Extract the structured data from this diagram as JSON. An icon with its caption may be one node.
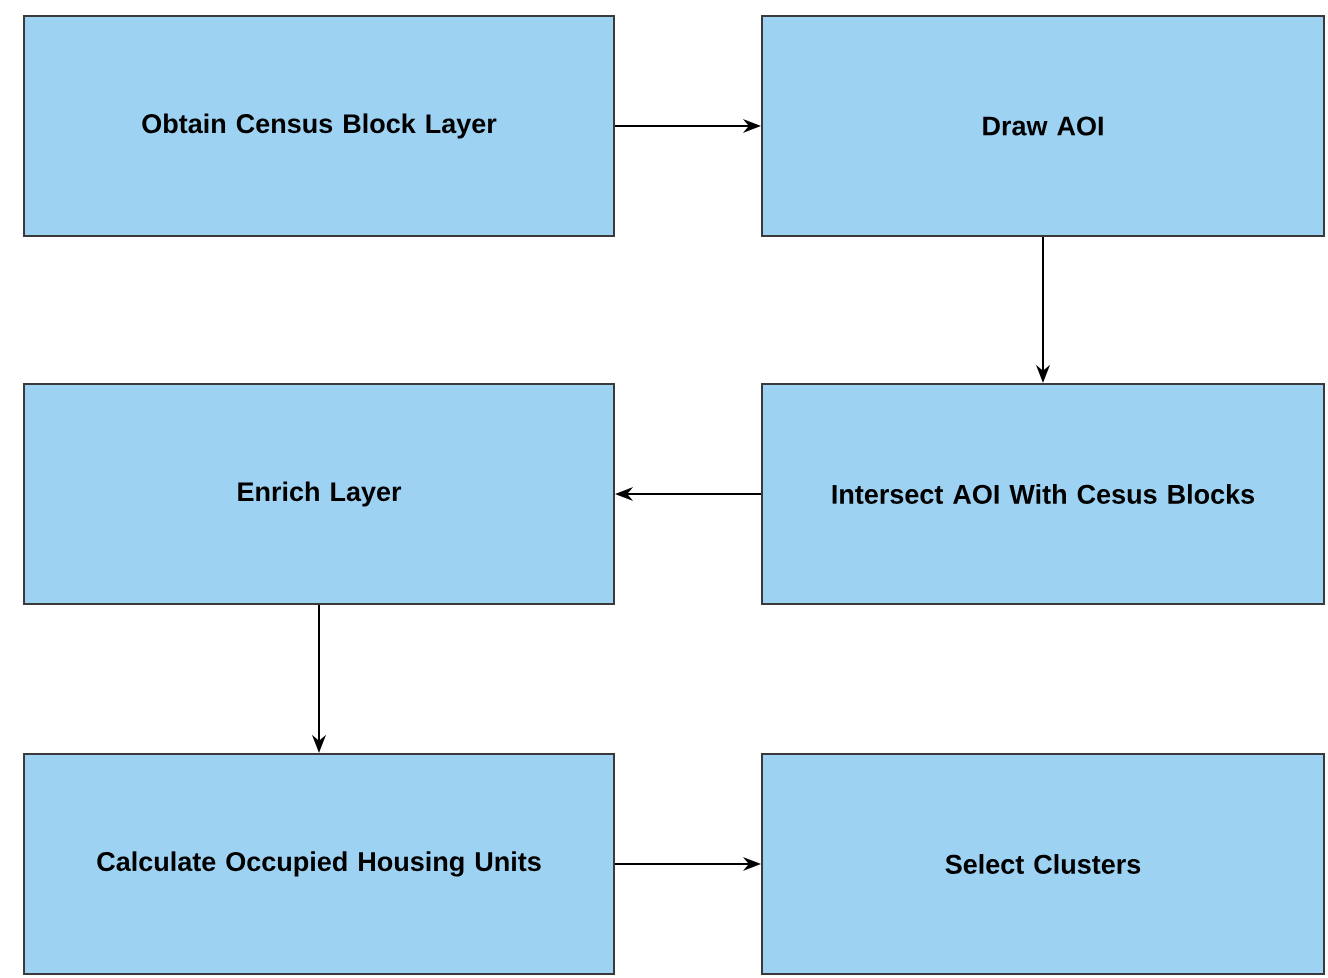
{
  "diagram": {
    "nodes": [
      {
        "text": [
          "Obtain Census Block Layer"
        ]
      },
      {
        "text": [
          "Draw AOI"
        ]
      },
      {
        "text": [
          "Intersect AOI With Cesus Blocks"
        ]
      },
      {
        "text": [
          "Enrich Layer"
        ]
      },
      {
        "text": [
          "Calculate Occupied Housing Units"
        ]
      },
      {
        "text": [
          "Select Clusters"
        ]
      }
    ],
    "edges": [
      {
        "from": 0,
        "to": 1,
        "arrow": "to"
      },
      {
        "from": 1,
        "to": 2,
        "arrow": "to"
      },
      {
        "from": 2,
        "to": 3,
        "arrow": "to"
      },
      {
        "from": 3,
        "to": 4,
        "arrow": "to"
      },
      {
        "from": 4,
        "to": 5,
        "arrow": "to"
      }
    ]
  }
}
